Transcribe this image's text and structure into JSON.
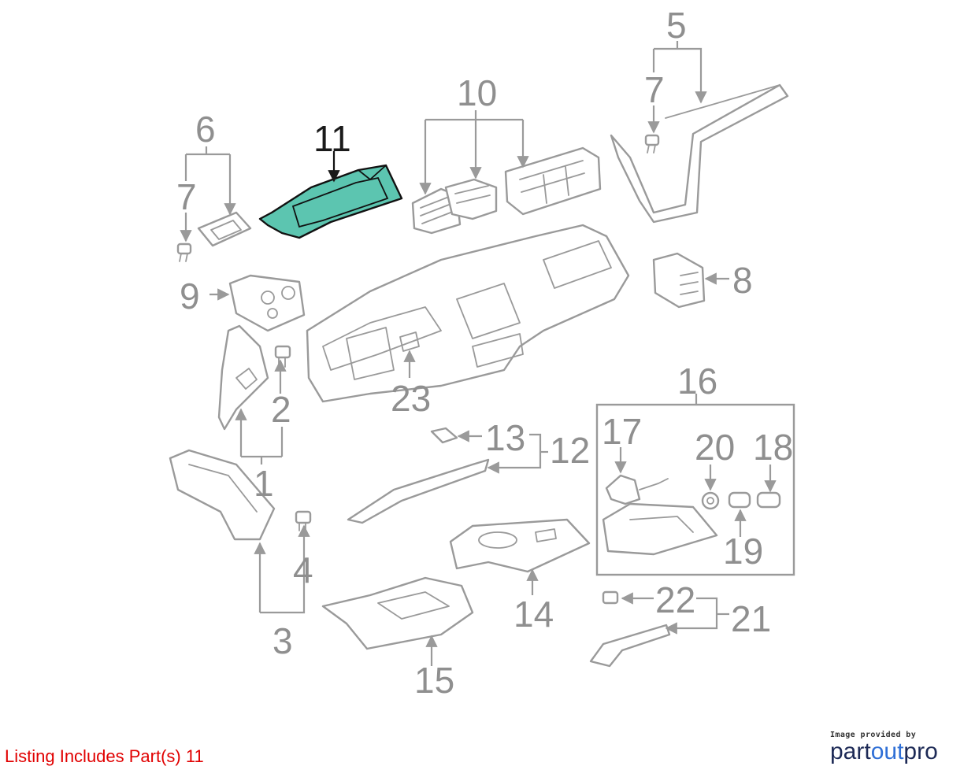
{
  "listing": {
    "text": "Listing Includes Part(s) 11",
    "color": "#e10000"
  },
  "brand": {
    "caption": "Image provided by",
    "logo_part1": "part",
    "logo_part2": "out",
    "logo_part3": "pro"
  },
  "highlight": {
    "part_number": "11",
    "fill_color": "#5cc5b0"
  },
  "callouts": {
    "n1": "1",
    "n2": "2",
    "n3": "3",
    "n4": "4",
    "n5": "5",
    "n6": "6",
    "n7a": "7",
    "n7b": "7",
    "n8": "8",
    "n9": "9",
    "n10": "10",
    "n11": "11",
    "n12": "12",
    "n13": "13",
    "n14": "14",
    "n15": "15",
    "n16": "16",
    "n17": "17",
    "n18": "18",
    "n19": "19",
    "n20": "20",
    "n21": "21",
    "n22": "22",
    "n23": "23"
  }
}
